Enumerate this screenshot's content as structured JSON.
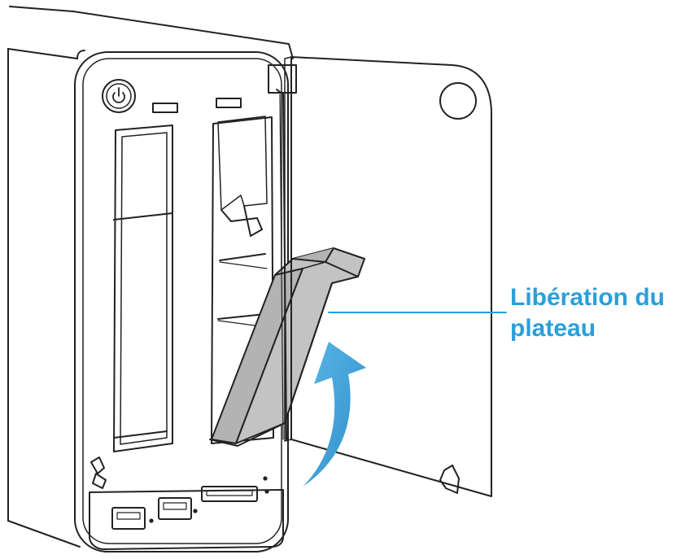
{
  "callout": {
    "line1": "Libération du",
    "line2": "plateau",
    "color": "#2a9fd9"
  },
  "illustration": {
    "device": "NAS enclosure with two drive bays, front door opened",
    "icons": [
      "power-button-icon",
      "usb-port-icon",
      "card-slot-icon",
      "rotation-arrow-icon",
      "door-hinge-clip-icon"
    ],
    "arrow_color": "#3ba3dc"
  }
}
